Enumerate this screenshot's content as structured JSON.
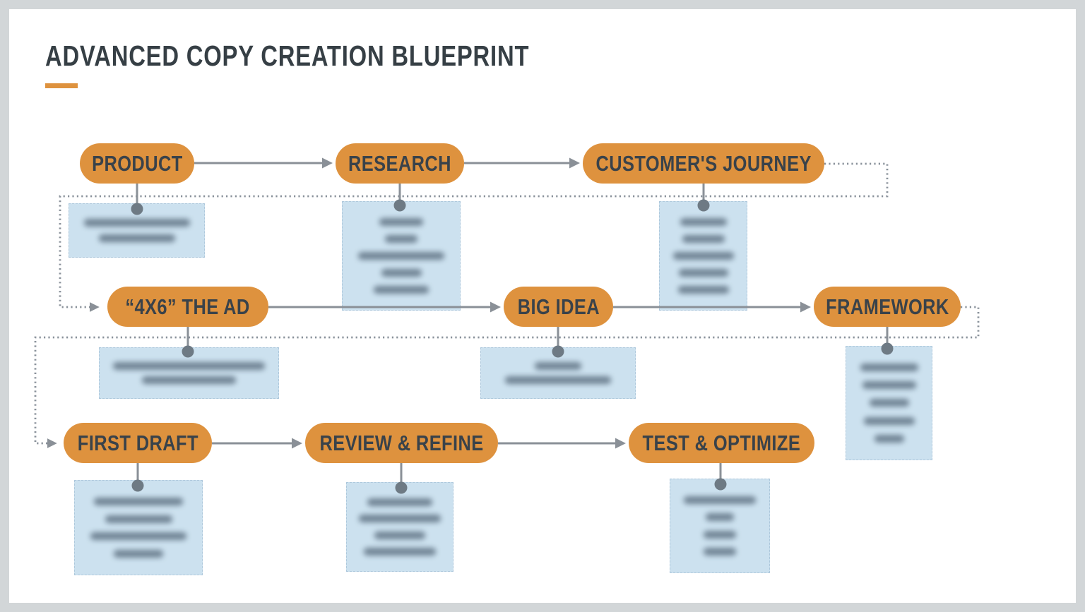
{
  "title": {
    "text": "ADVANCED COPY CREATION BLUEPRINT"
  },
  "colors": {
    "accent_orange": "#DE923E",
    "node_text": "#39424A",
    "detail_box_blue": "#CCE1EF",
    "blurred_line_blue": "#5C6F80",
    "connector_gray": "#8A9097",
    "connector_dot_gray": "#6E7A84",
    "frame_gray": "#D2D6D8",
    "title_dark": "#363F45",
    "canvas_white": "#FFFFFF"
  },
  "nodes": [
    {
      "id": "product",
      "label": "PRODUCT"
    },
    {
      "id": "research",
      "label": "RESEARCH"
    },
    {
      "id": "customers-journey",
      "label": "CUSTOMER'S JOURNEY"
    },
    {
      "id": "4x6-the-ad",
      "label": "“4X6” THE AD"
    },
    {
      "id": "big-idea",
      "label": "BIG IDEA"
    },
    {
      "id": "framework",
      "label": "FRAMEWORK"
    },
    {
      "id": "first-draft",
      "label": "FIRST DRAFT"
    },
    {
      "id": "review-refine",
      "label": "REVIEW & REFINE"
    },
    {
      "id": "test-optimize",
      "label": "TEST & OPTIMIZE"
    }
  ],
  "flow": {
    "solid_arrows": [
      [
        "product",
        "research"
      ],
      [
        "research",
        "customers-journey"
      ],
      [
        "4x6-the-ad",
        "big-idea"
      ],
      [
        "big-idea",
        "framework"
      ],
      [
        "first-draft",
        "review-refine"
      ],
      [
        "review-refine",
        "test-optimize"
      ]
    ],
    "dotted_arrows": [
      [
        "customers-journey",
        "4x6-the-ad"
      ],
      [
        "framework",
        "first-draft"
      ]
    ]
  },
  "detail_boxes": [
    {
      "node": "product",
      "blurred_lines": [
        150,
        108
      ]
    },
    {
      "node": "research",
      "blurred_lines": [
        62,
        46,
        122,
        57,
        78
      ]
    },
    {
      "node": "customers-journey",
      "blurred_lines": [
        66,
        60,
        86,
        70,
        72
      ]
    },
    {
      "node": "4x6-the-ad",
      "blurred_lines": [
        215,
        133
      ]
    },
    {
      "node": "big-idea",
      "blurred_lines": [
        66,
        150
      ]
    },
    {
      "node": "framework",
      "blurred_lines": [
        82,
        76,
        56,
        72,
        42
      ]
    },
    {
      "node": "first-draft",
      "blurred_lines": [
        126,
        95,
        136,
        70
      ]
    },
    {
      "node": "review-refine",
      "blurred_lines": [
        92,
        116,
        72,
        102
      ]
    },
    {
      "node": "test-optimize",
      "blurred_lines": [
        102,
        40,
        46,
        46
      ]
    }
  ]
}
